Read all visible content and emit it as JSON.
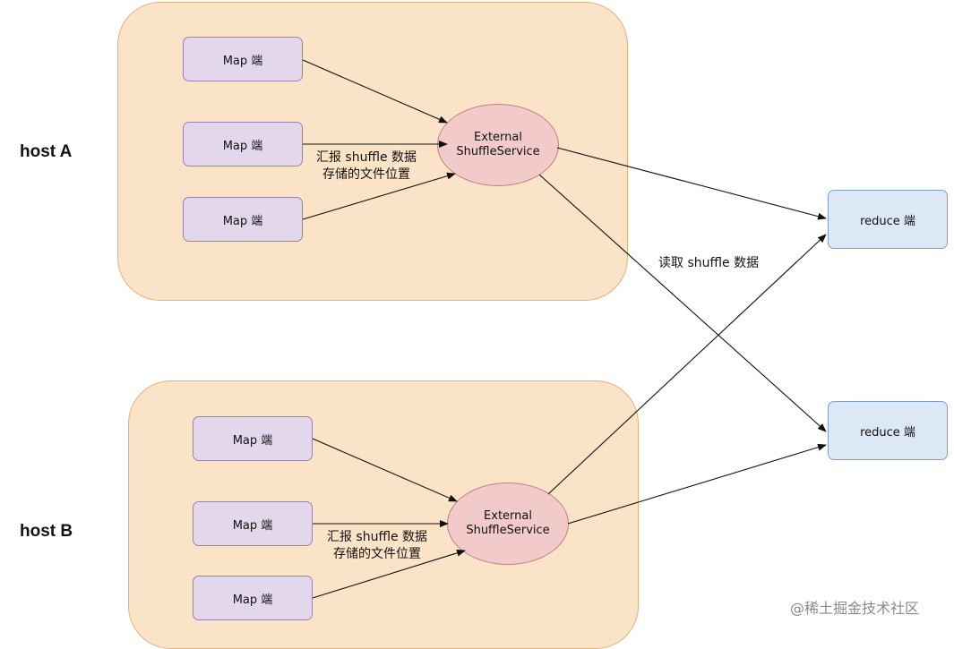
{
  "hosts": [
    {
      "label": "host A",
      "maps": [
        "Map 端",
        "Map 端",
        "Map 端"
      ],
      "ess": {
        "line1": "External",
        "line2": "ShuffleService"
      },
      "report_label": {
        "line1": "汇报 shuffle 数据",
        "line2": "存储的文件位置"
      }
    },
    {
      "label": "host B",
      "maps": [
        "Map 端",
        "Map 端",
        "Map 端"
      ],
      "ess": {
        "line1": "External",
        "line2": "ShuffleService"
      },
      "report_label": {
        "line1": "汇报 shuffle 数据",
        "line2": "存储的文件位置"
      }
    }
  ],
  "reduces": [
    "reduce 端",
    "reduce 端"
  ],
  "read_label": "读取 shuffle 数据",
  "watermark": "@稀土掘金技术社区",
  "colors": {
    "host_fill": "#fbe3c8",
    "map_fill": "#e3d7eb",
    "ess_fill": "#f2caca",
    "reduce_fill": "#dde8f6"
  }
}
